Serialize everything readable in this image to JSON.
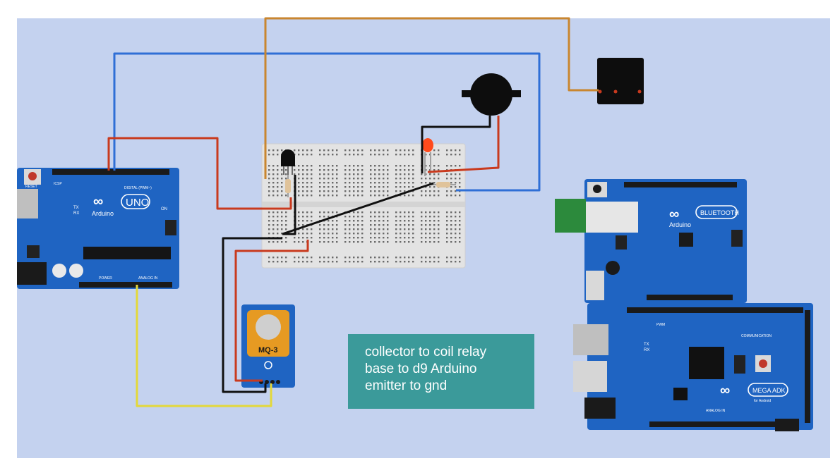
{
  "colors": {
    "background": "#c4d2ef",
    "board_blue": "#1f64c2",
    "breadboard": "#e4e4e4",
    "wire_blue": "#2f6fd6",
    "wire_red": "#c93a1e",
    "wire_orange": "#c9862f",
    "wire_black": "#111111",
    "wire_yellow": "#e3d83a",
    "note_bg": "#3b9a9a"
  },
  "uno_board": {
    "logo_text": "UNO",
    "brand": "Arduino",
    "label_tx": "TX",
    "label_rx": "RX",
    "label_on": "ON",
    "label_icsp": "ICSP",
    "label_digital": "DIGITAL (PWM~)",
    "label_power": "POWER",
    "label_analog": "ANALOG IN",
    "label_reset": "RESET"
  },
  "bluetooth_board": {
    "logo_text": "BLUETOOTH",
    "brand": "Arduino"
  },
  "mega_board": {
    "logo_text": "MEGA ADK",
    "sub_text": "for Android",
    "label_communication": "COMMUNICATION",
    "label_pwm": "PWM",
    "label_tx": "TX",
    "label_rx": "RX",
    "label_analog": "ANALOG IN"
  },
  "sensor": {
    "label": "MQ-3"
  },
  "note": {
    "line1": "collector to coil relay",
    "line2": "base to d9 Arduino",
    "line3": "emitter to gnd"
  }
}
